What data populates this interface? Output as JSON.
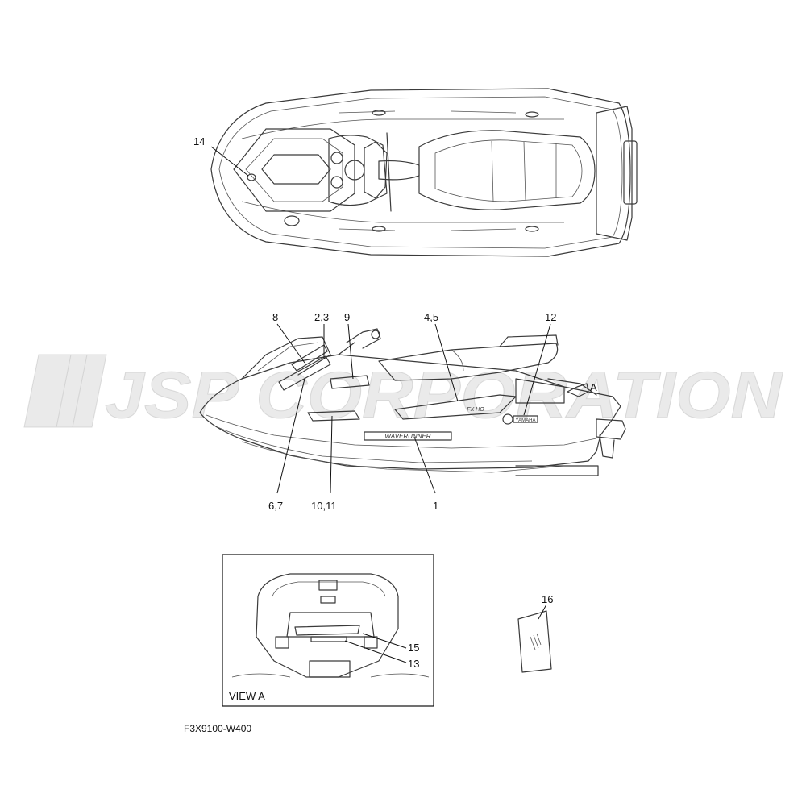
{
  "watermark": {
    "text": "JSP CORPORATION"
  },
  "callouts": {
    "c14": "14",
    "c8": "8",
    "c23": "2,3",
    "c9": "9",
    "c45": "4,5",
    "c12": "12",
    "cA": "A",
    "c67": "6,7",
    "c1011": "10,11",
    "c1": "1",
    "c16": "16",
    "c15": "15",
    "c13": "13"
  },
  "decals": {
    "waverunner": "WAVERUNNER",
    "yamaha": "YAMAHA",
    "fx": "FX HO"
  },
  "view_label": "VIEW A",
  "part_code": "F3X9100-W400"
}
